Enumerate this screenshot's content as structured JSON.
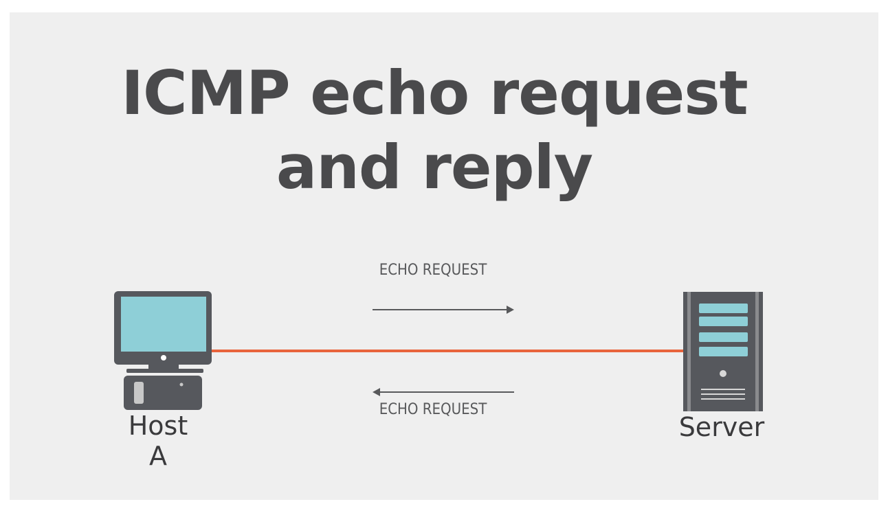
{
  "title": {
    "line1": "ICMP echo request",
    "line2": "and reply"
  },
  "flows": {
    "forward_label": "ECHO REQUEST",
    "return_label": "ECHO REQUEST"
  },
  "nodes": {
    "host": {
      "label_line1": "Host",
      "label_line2": "A",
      "icon": "desktop-computer-icon"
    },
    "server": {
      "label": "Server",
      "icon": "server-tower-icon"
    }
  },
  "colors": {
    "background": "#efefef",
    "title": "#4a4a4c",
    "link_line": "#e8643c",
    "device_body": "#56585d",
    "screen": "#8ecfd7",
    "arrow": "#58595b"
  }
}
